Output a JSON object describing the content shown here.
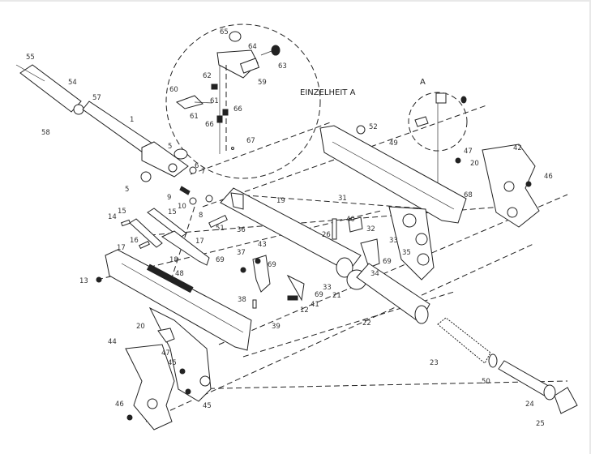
{
  "detail_caption": "EINZELHEIT A",
  "detail_marker": "A",
  "parts": [
    "55",
    "54",
    "57",
    "58",
    "1",
    "65",
    "64",
    "63",
    "62",
    "59",
    "60",
    "61",
    "61",
    "66",
    "66",
    "67",
    "52",
    "49",
    "47",
    "20",
    "42",
    "46",
    "68",
    "5",
    "6",
    "7",
    "5",
    "9",
    "10",
    "8",
    "19",
    "31",
    "15",
    "15",
    "14",
    "51",
    "36",
    "40",
    "32",
    "26",
    "33",
    "43",
    "16",
    "17",
    "17",
    "18",
    "37",
    "69",
    "69",
    "35",
    "69",
    "34",
    "33",
    "69",
    "13",
    "48",
    "38",
    "41",
    "12",
    "21",
    "39",
    "22",
    "20",
    "47",
    "44",
    "45",
    "45",
    "23",
    "50",
    "24",
    "25",
    "46"
  ]
}
